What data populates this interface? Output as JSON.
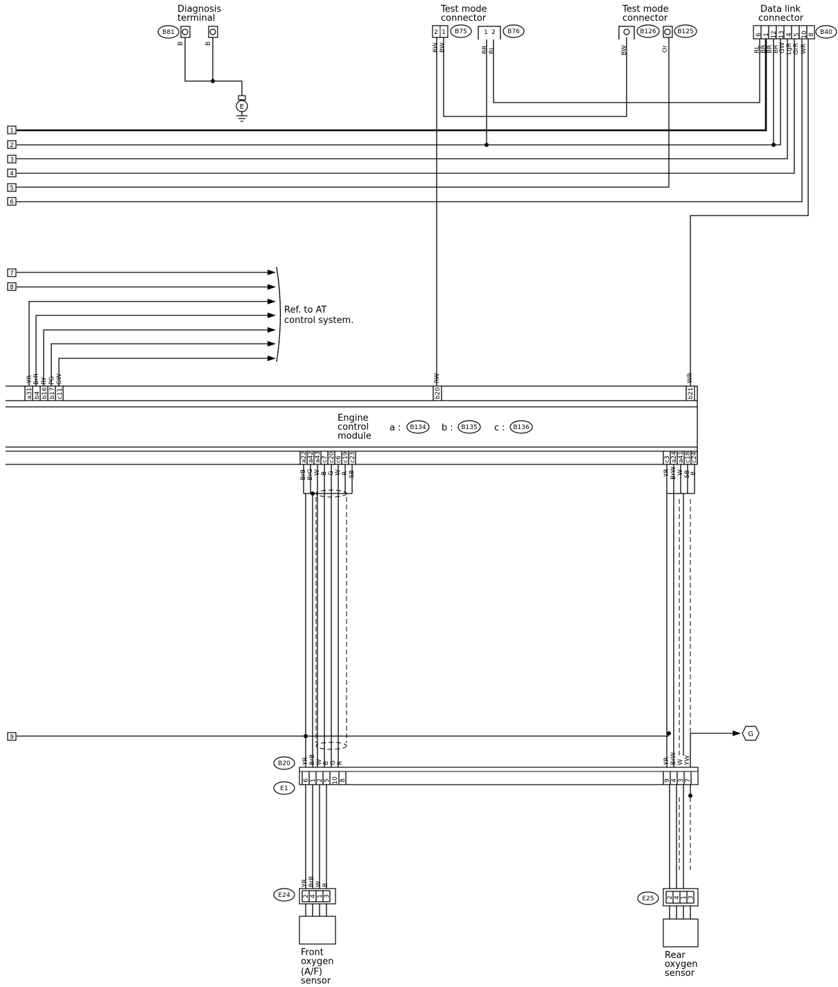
{
  "connectors": {
    "diagnosis_terminal": {
      "label_l1": "Diagnosis",
      "label_l2": "terminal",
      "id": "B81",
      "wire_colors": [
        "B",
        "B"
      ]
    },
    "ground_e": {
      "id": "E"
    },
    "test_mode_1": {
      "label_l1": "Test mode",
      "label_l2": "connector",
      "ids": [
        "B75",
        "B76"
      ],
      "pins_b75": [
        "2",
        "1"
      ],
      "pins_b76": [
        "1",
        "2"
      ],
      "wire_colors": [
        "RW",
        "BW",
        "BR",
        "RL"
      ]
    },
    "test_mode_2": {
      "label_l1": "Test mode",
      "label_l2": "connector",
      "ids": [
        "B126",
        "B125"
      ],
      "wire_colors": [
        "BW",
        "Or"
      ]
    },
    "data_link": {
      "label_l1": "Data link",
      "label_l2": "connector",
      "id": "B40",
      "pins": [
        "6",
        "1",
        "12",
        "13",
        "4",
        "5",
        "10",
        "8"
      ],
      "wire_colors": [
        "RL",
        "BR",
        "BR",
        "BR",
        "GW",
        "LgR",
        "GrR",
        "WR"
      ]
    }
  },
  "line_refs": [
    "1",
    "2",
    "3",
    "4",
    "5",
    "6",
    "7",
    "8",
    "9"
  ],
  "at_ref": {
    "line1": "Ref. to AT",
    "line2": "control system."
  },
  "ecm": {
    "label_l1": "Engine",
    "label_l2": "control",
    "label_l3": "module",
    "conn_a_prefix": "a :",
    "conn_a": "B134",
    "conn_b_prefix": "b :",
    "conn_b": "B135",
    "conn_c_prefix": "c :",
    "conn_c": "B136",
    "top_left_colors": [
      "YR",
      "BrR",
      "RY",
      "PG",
      "GW"
    ],
    "top_left_pins": [
      "a31",
      "b4",
      "b16",
      "b17",
      "c11"
    ],
    "top_mid_color": "RW",
    "top_mid_pin": "b20",
    "top_right_color": "WR",
    "top_right_pin": "b21",
    "bot_left_pins": [
      "a22",
      "a42",
      "a43",
      "c7",
      "c20",
      "c6",
      "c19",
      "c23"
    ],
    "bot_left_colors": [
      "BrB",
      "BrG",
      "W",
      "B",
      "G",
      "W",
      "R",
      "SB"
    ],
    "bot_right_pins": [
      "c3",
      "a24",
      "a41",
      "c18",
      "c24"
    ],
    "bot_right_colors": [
      "YR",
      "BrW",
      "W",
      "SB",
      "B"
    ]
  },
  "harness": {
    "id_top": "B20",
    "id_bottom": "E1",
    "left_colors": [
      "YR",
      "BrB",
      "W",
      "B",
      "G",
      "R"
    ],
    "left_pins": [
      "6",
      "1",
      "2",
      "5",
      "10",
      "8"
    ],
    "right_colors": [
      "YR",
      "BrW",
      "W",
      "YW"
    ],
    "right_pins": [
      "9",
      "4",
      "3",
      "7"
    ]
  },
  "ground_g": "G",
  "front_sensor": {
    "id": "E24",
    "colors": [
      "YR",
      "BrB",
      "W",
      "B"
    ],
    "pins": [
      "2",
      "4",
      "1",
      "3"
    ],
    "label_l1": "Front",
    "label_l2": "oxygen",
    "label_l3": "(A/F)",
    "label_l4": "sensor"
  },
  "rear_sensor": {
    "id": "E25",
    "pins": [
      "2",
      "4",
      "1",
      "3"
    ],
    "label_l1": "Rear",
    "label_l2": "oxygen",
    "label_l3": "sensor"
  }
}
